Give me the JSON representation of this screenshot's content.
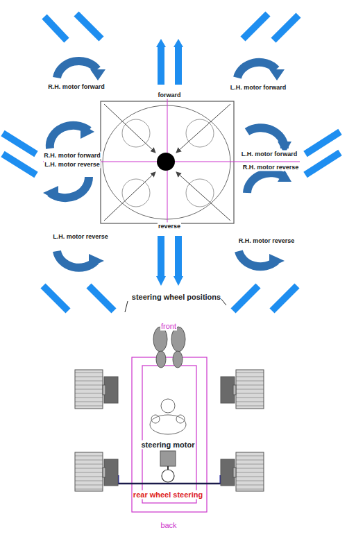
{
  "diagram": {
    "labels": [
      "R.H. motor forward",
      "forward",
      "L.H. motor forward",
      "R.H. motor forward",
      "L.H. motor reverse",
      "L.H. motor forward",
      "R.H. motor reverse",
      "reverse",
      "L.H. motor reverse",
      "R.H. motor reverse",
      "steering wheel positions",
      "front",
      "steering motor",
      "rear wheel steering",
      "back"
    ]
  }
}
